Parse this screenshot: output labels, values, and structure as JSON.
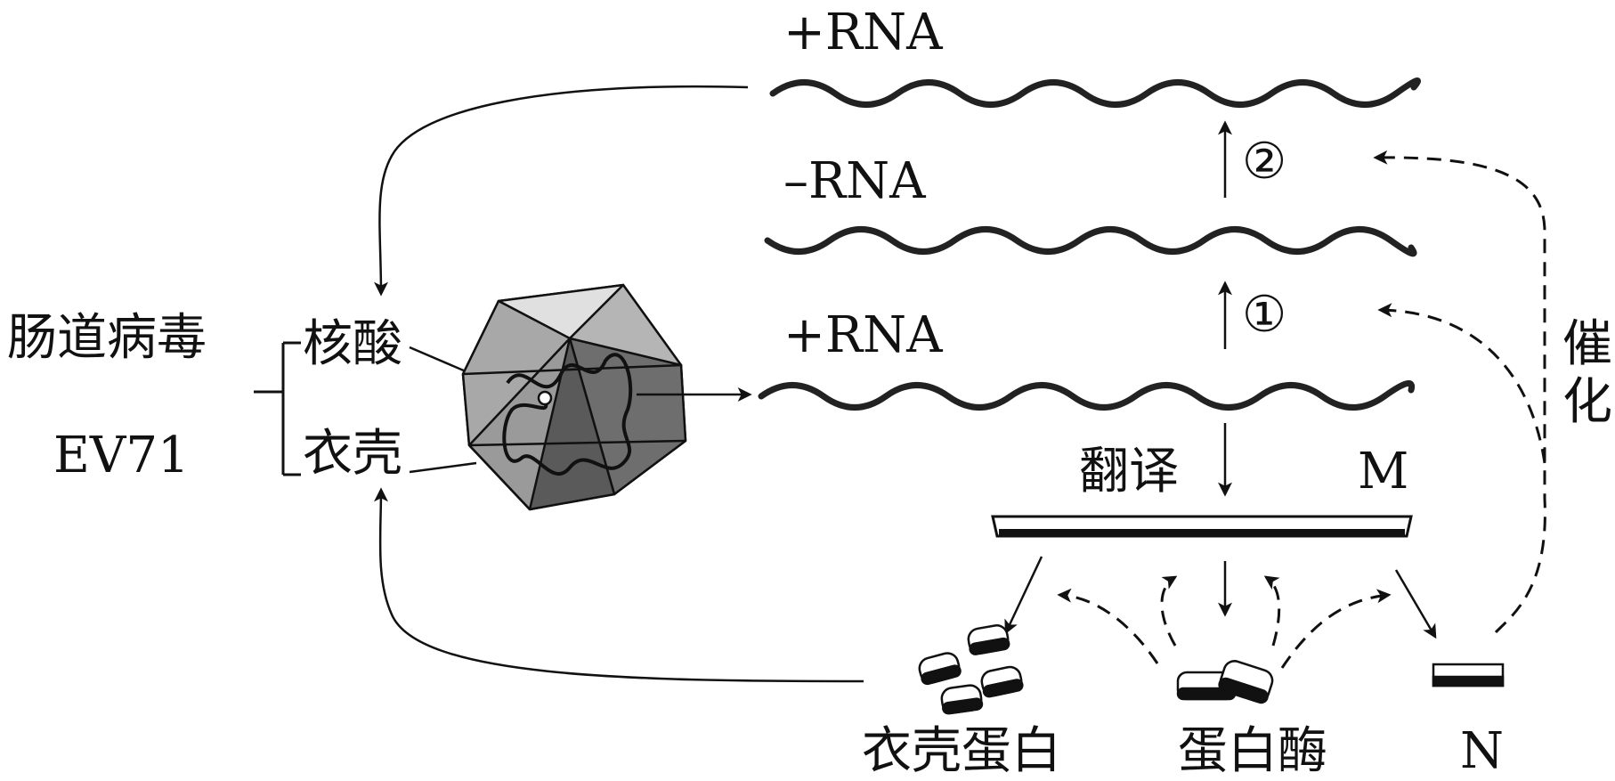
{
  "virus": {
    "name": "肠道病毒",
    "code": "EV71",
    "parts": {
      "nucleic_acid": "核酸",
      "capsid": "衣壳"
    }
  },
  "strands": {
    "top": "+RNA",
    "middle": "–RNA",
    "bottom": "+RNA"
  },
  "steps": {
    "step1": "①",
    "step2": "②",
    "translation": "翻译"
  },
  "labels": {
    "M": "M",
    "N": "N",
    "catalysis": [
      "催",
      "化"
    ]
  },
  "products": {
    "capsid_protein": "衣壳蛋白",
    "protease": "蛋白酶"
  },
  "colors": {
    "ink": "#111111",
    "capsid_fill": "#9a9a9a",
    "capsid_light": "#c8c8c8",
    "capsid_dark": "#6e6e6e"
  }
}
